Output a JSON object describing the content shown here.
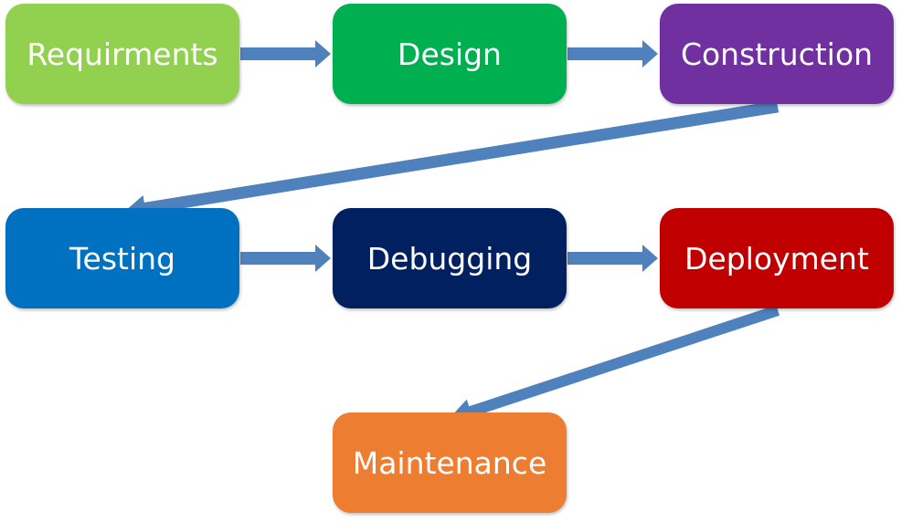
{
  "steps": [
    {
      "id": "requirements",
      "label": "Requirments",
      "color": "#92d050"
    },
    {
      "id": "design",
      "label": "Design",
      "color": "#00b050"
    },
    {
      "id": "construction",
      "label": "Construction",
      "color": "#7030a0"
    },
    {
      "id": "testing",
      "label": "Testing",
      "color": "#0070c0"
    },
    {
      "id": "debugging",
      "label": "Debugging",
      "color": "#002060"
    },
    {
      "id": "deployment",
      "label": "Deployment",
      "color": "#c00000"
    },
    {
      "id": "maintenance",
      "label": "Maintenance",
      "color": "#ed7d31"
    }
  ],
  "arrow_color": "#4f81bd",
  "flow": [
    [
      "requirements",
      "design"
    ],
    [
      "design",
      "construction"
    ],
    [
      "construction",
      "testing"
    ],
    [
      "testing",
      "debugging"
    ],
    [
      "debugging",
      "deployment"
    ],
    [
      "deployment",
      "maintenance"
    ]
  ]
}
